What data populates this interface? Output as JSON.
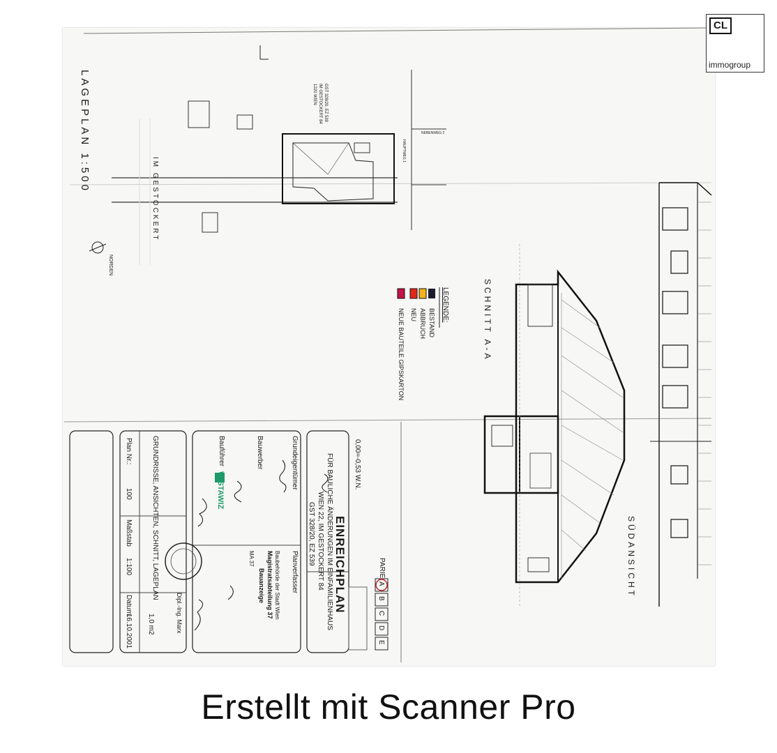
{
  "logo": {
    "mark": "CL",
    "name": "immogroup"
  },
  "footer": {
    "caption": "Erstellt mit Scanner Pro"
  },
  "lageplan": {
    "title": "LAGEPLAN 1:500",
    "street": "IM GESTOCKERT",
    "north": "NORDEN",
    "labels": [
      "GST 328/20, EZ 539",
      "IM GESTOCKERT 84",
      "1220 WIEN",
      "HAUPTWEG 1",
      "NEBENWEG 2"
    ]
  },
  "legend": {
    "title": "LEGENDE:",
    "items": [
      {
        "label": "BESTAND",
        "color": "#1b1b2e"
      },
      {
        "label": "ABBRUCH",
        "color": "#f2b21e"
      },
      {
        "label": "NEU",
        "color": "#e2261c"
      },
      {
        "label": "NEUE BAUTEILE GIPSKARTON",
        "color": "#c21446"
      }
    ]
  },
  "schnitt": {
    "title": "SCHNITT A-A",
    "level": "0,00=-0,53 W.N."
  },
  "suedansicht": {
    "title": "SÜDANSICHT"
  },
  "titleblock": {
    "plan_title": "EINREICHPLAN",
    "subtitle": "FÜR BAULICHE ÄNDERUNGEN IM EINFAMILIENHAUS",
    "address": "WIEN 22, IM GESTOCKERT 84",
    "parcel": "GST 328/20, EZ 539",
    "parie_label": "PARIE",
    "parie_letters": [
      "A",
      "B",
      "C",
      "D",
      "E"
    ],
    "grundeigentuemer": "Grundeigentümer",
    "bauwerber": "Bauwerber",
    "bauführer": "Bauführer",
    "planverfasser": "Planverfasser",
    "contents": "GRUNDRISSE, ANSICHTEN, SCHNITT, LAGEPLAN",
    "plan_nr_label": "Plan Nr.:",
    "plan_nr": "100",
    "massstab_label": "Maßstab",
    "massstab": "1:100",
    "datum_label": "Datum",
    "datum": "16.10.2001",
    "area": "1,0 m2",
    "engineer": "Dipl.-Ing. Marx",
    "stamp_line1": "Baubehörde der Stadt Wien",
    "stamp_line2": "Magistratsabteilung 37",
    "stamp_line3": "Bauanzeige",
    "stamp_line4": "MA 37",
    "company_stamp": "WISTAWIZ"
  }
}
